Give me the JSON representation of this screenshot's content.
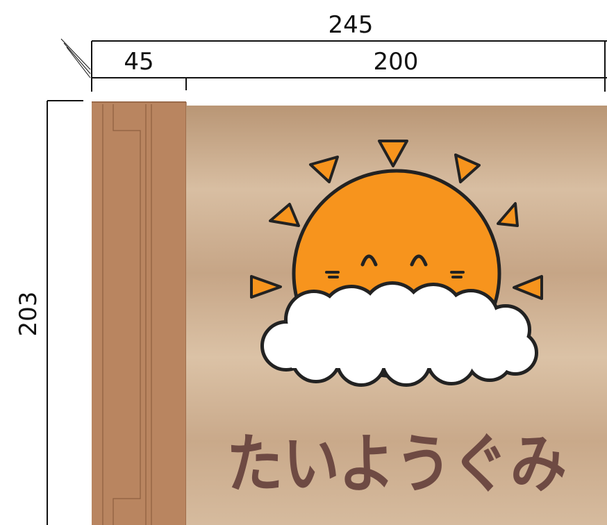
{
  "dimensions": {
    "total_width": "245",
    "side_width": "45",
    "front_width": "200",
    "height": "203"
  },
  "sign": {
    "title": "たいようぐみ",
    "motif": "sun-behind-cloud",
    "colors": {
      "board": "#c9a88a",
      "board_light": "#dcc3a8",
      "side_panel": "#b98560",
      "sun": "#f7941d",
      "cloud": "#ffffff",
      "outline": "#222222",
      "title_text": "#6e4a43"
    }
  }
}
